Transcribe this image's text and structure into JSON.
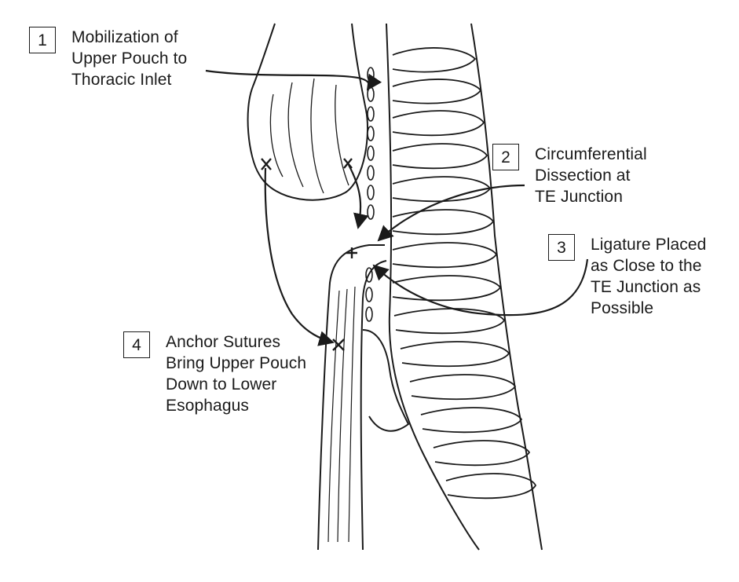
{
  "callouts": [
    {
      "number": "1",
      "lines": [
        "Mobilization of",
        "Upper Pouch to",
        "Thoracic Inlet"
      ]
    },
    {
      "number": "2",
      "lines": [
        "Circumferential",
        "Dissection at",
        "TE Junction"
      ]
    },
    {
      "number": "3",
      "lines": [
        "Ligature Placed",
        "as Close to the",
        "TE Junction as",
        "Possible"
      ]
    },
    {
      "number": "4",
      "lines": [
        "Anchor Sutures",
        "Bring Upper Pouch",
        "Down to Lower",
        "Esophagus"
      ]
    }
  ],
  "colors": {
    "ink": "#1a1a1a",
    "background": "#ffffff"
  }
}
